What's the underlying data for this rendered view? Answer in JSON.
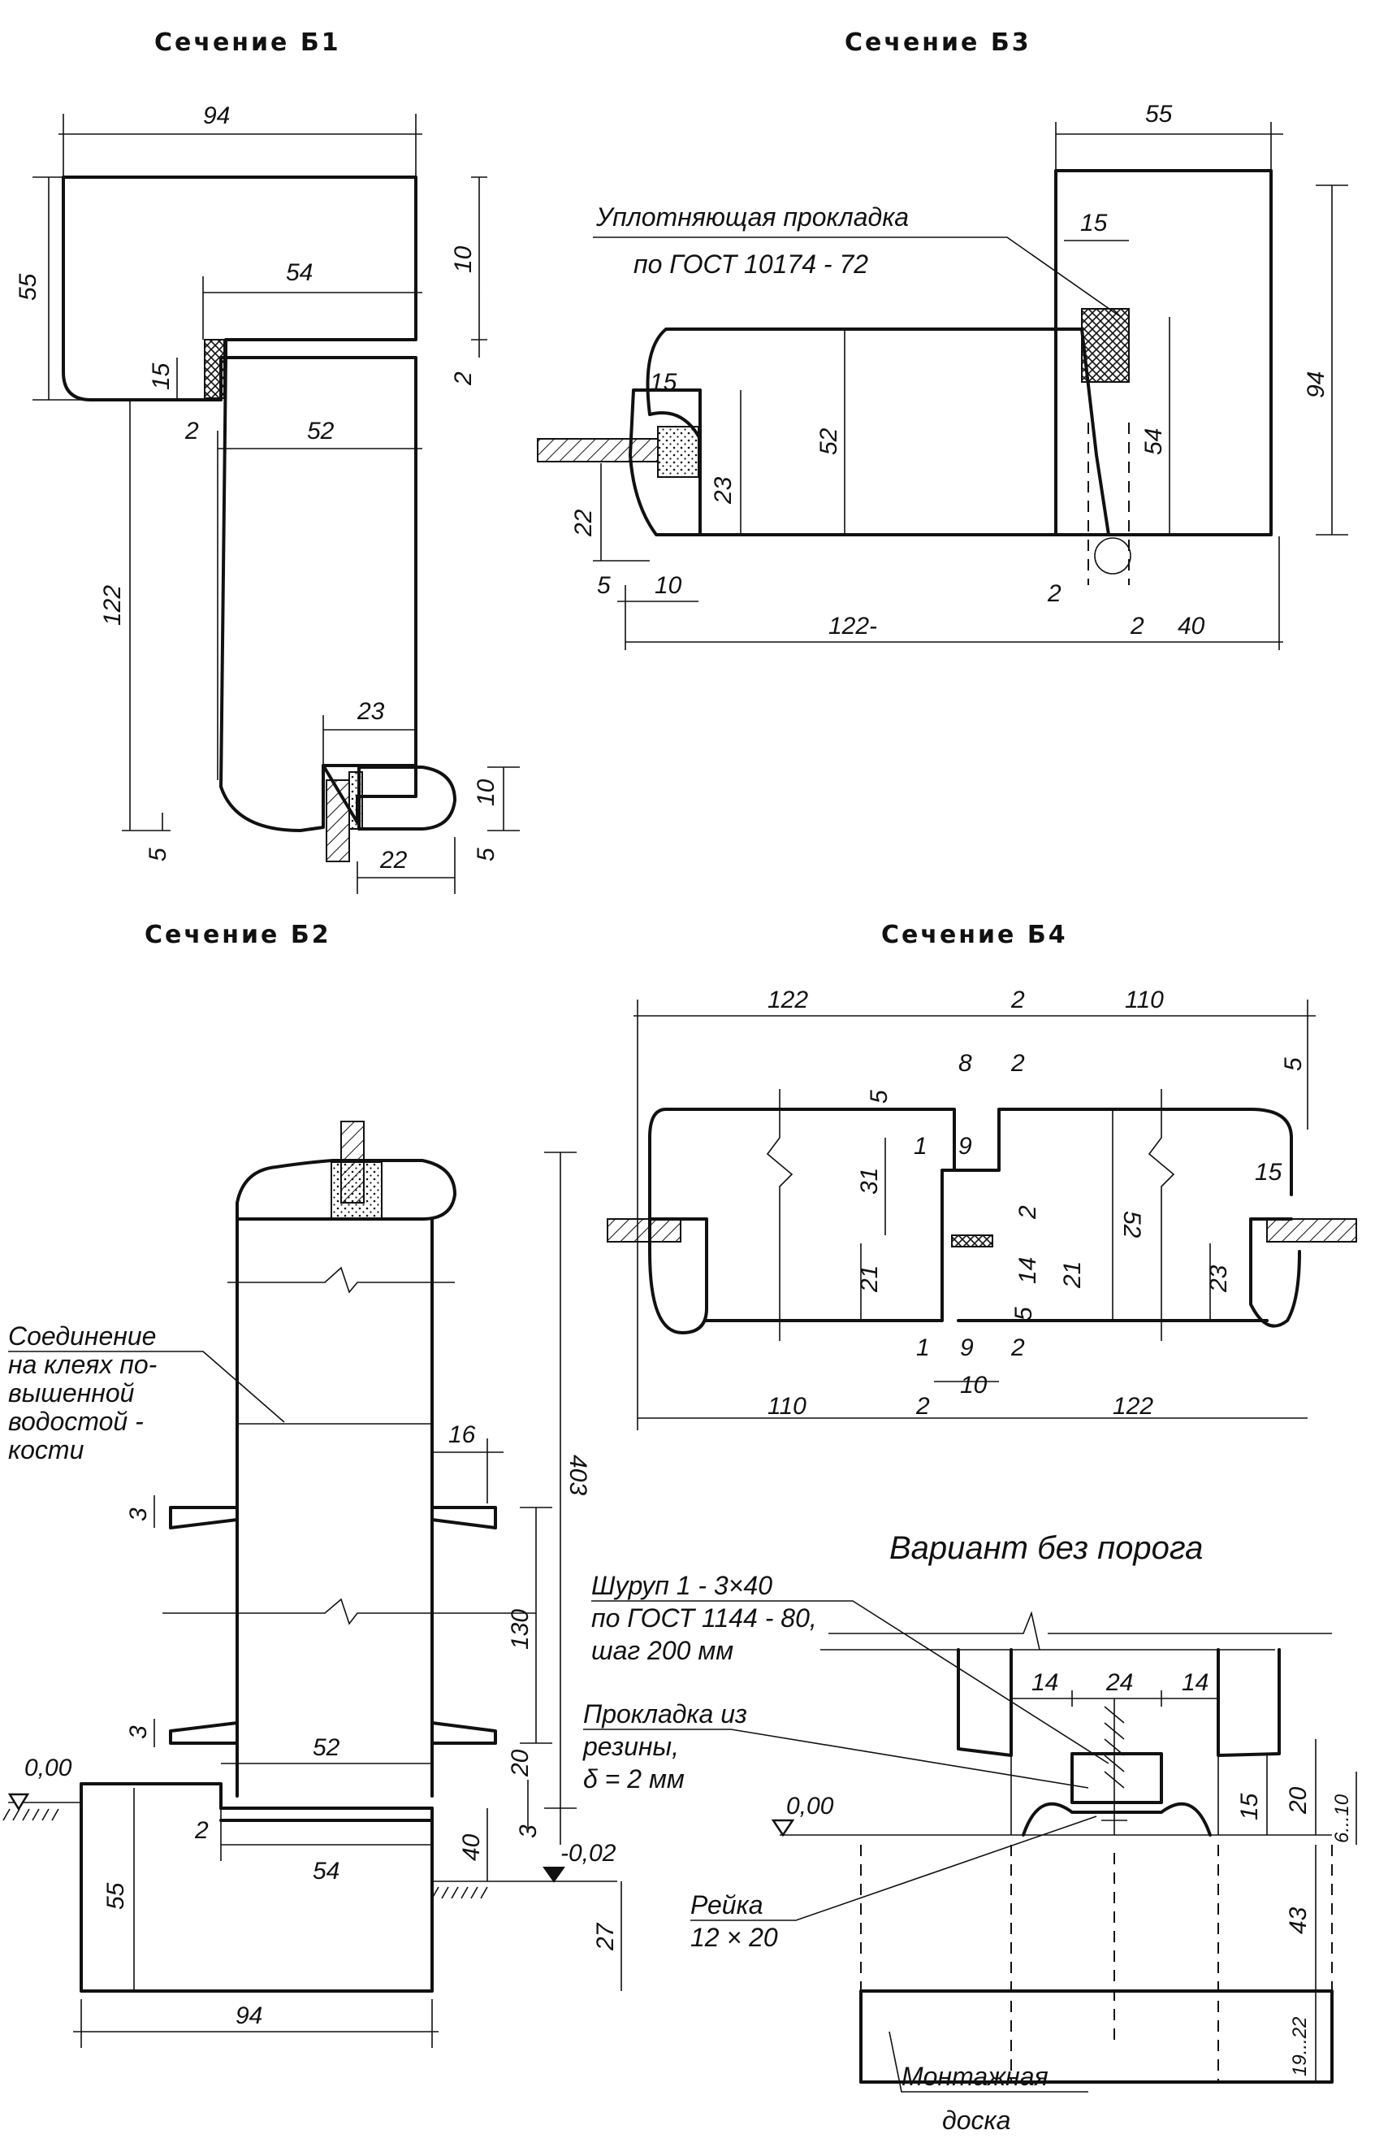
{
  "sections": {
    "b1": {
      "title": "Сечение Б1",
      "dims": [
        "94",
        "55",
        "10",
        "54",
        "15",
        "2",
        "2",
        "52",
        "122",
        "23",
        "10",
        "5",
        "5",
        "22"
      ]
    },
    "b3": {
      "title": "Сечение Б3",
      "dims": [
        "55",
        "15",
        "94",
        "15",
        "52",
        "54",
        "23",
        "22",
        "5",
        "10",
        "2",
        "122-",
        "2",
        "40"
      ],
      "label_line1": "Уплотняющая прокладка",
      "label_line2": "по ГОСТ 10174 - 72"
    },
    "b2": {
      "title": "Сечение Б2",
      "dims": [
        "403",
        "16",
        "3",
        "130",
        "3",
        "52",
        "20",
        "2",
        "54",
        "3",
        "40",
        "55",
        "27",
        "94"
      ],
      "label_line1": "Соединение",
      "label_line2": "на клеях по-",
      "label_line3": "вышенной",
      "label_line4": "водостой -",
      "label_line5": "кости",
      "level_zero": "0,00",
      "level_minus": "-0,02"
    },
    "b4": {
      "title": "Сечение Б4",
      "dims": [
        "122",
        "2",
        "110",
        "5",
        "8",
        "2",
        "5",
        "15",
        "1",
        "9",
        "31",
        "52",
        "2",
        "21",
        "14",
        "21",
        "23",
        "5",
        "1",
        "9",
        "2",
        "10",
        "110",
        "2",
        "122"
      ]
    },
    "variant": {
      "title": "Вариант без порога",
      "screw_line1": "Шуруп 1 - 3×40",
      "screw_line2": "по ГОСТ 1144 - 80,",
      "screw_line3": "шаг 200 мм",
      "gasket_line1": "Прокладка из",
      "gasket_line2": "резины,",
      "gasket_line3": "δ = 2 мм",
      "rail_line1": "Рейка",
      "rail_line2": "12 × 20",
      "board_line1": "Монтажная",
      "board_line2": "доска",
      "level_zero": "0,00",
      "dims": [
        "14",
        "24",
        "14",
        "15",
        "20",
        "6...10",
        "43",
        "19...22"
      ]
    }
  }
}
